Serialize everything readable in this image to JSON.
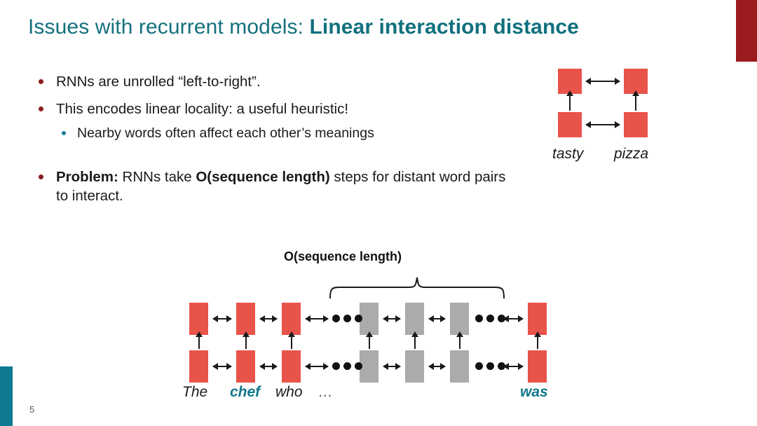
{
  "slide": {
    "page_number": "5",
    "title_plain": "Issues with recurrent models: ",
    "title_bold": "Linear interaction distance"
  },
  "colors": {
    "title_teal": "#14707D",
    "accent_teal": "#0F7A91",
    "accent_darkred": "#9B1B1E",
    "node_red": "#E8534A",
    "node_gray": "#ABABAB",
    "bullet_red": "#8E1B20",
    "bullet_teal": "#1C7F93",
    "arrow_black": "#1a1a1a"
  },
  "bullets": [
    {
      "level": 1,
      "text": "RNNs are unrolled “left-to-right”."
    },
    {
      "level": 1,
      "text": "This encodes linear locality: a useful heuristic!"
    },
    {
      "level": 2,
      "text": "Nearby words often affect each other’s meanings"
    }
  ],
  "problem": {
    "lead": "Problem:",
    "mid": " RNNs take ",
    "emphasis": "O(sequence length)",
    "tail": " steps for distant word pairs to interact."
  },
  "mini_diagram": {
    "name": "tasty-pizza-rnn",
    "words": [
      "tasty",
      "pizza"
    ],
    "rows": 2,
    "columns": 2,
    "node_color": "#E8534A",
    "horizontal_arrows": 2,
    "vertical_arrows": 2
  },
  "big_diagram": {
    "name": "unrolled-rnn-sequence",
    "brace_label": "O(sequence length)",
    "rows": 2,
    "node_color_near": "#E8534A",
    "node_color_far": "#ABABAB",
    "columns": [
      {
        "label": "The",
        "label_style": "plain",
        "color": "red"
      },
      {
        "label": "chef",
        "label_style": "teal",
        "color": "red"
      },
      {
        "label": "who",
        "label_style": "plain",
        "color": "red"
      },
      {
        "label": "…",
        "label_style": "dots",
        "color": "ellipsis"
      },
      {
        "label": "",
        "label_style": "none",
        "color": "gray"
      },
      {
        "label": "",
        "label_style": "none",
        "color": "gray"
      },
      {
        "label": "",
        "label_style": "none",
        "color": "gray"
      },
      {
        "label": "",
        "label_style": "none",
        "color": "ellipsis"
      },
      {
        "label": "was",
        "label_style": "teal",
        "color": "red"
      }
    ],
    "ellipsis_dots_per_group": 3,
    "ellipsis_groups": 2
  }
}
